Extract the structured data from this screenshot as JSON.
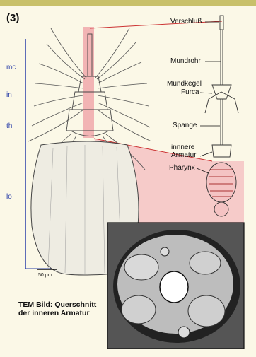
{
  "panel_number": "(3)",
  "zones": {
    "mc": "mc",
    "in": "in",
    "th": "th",
    "lo": "lo"
  },
  "scale_bar": "50 µm",
  "labels": {
    "verschluss": "Verschluß",
    "mundrohr": "Mundrohr",
    "mundkegel": "Mundkegel",
    "furca": "Furca",
    "spange": "Spange",
    "innere_armatur_1": "innnere",
    "innere_armatur_2": "Armatur",
    "pharynx": "Pharynx"
  },
  "caption": {
    "line1": "TEM Bild: Querschnitt",
    "line2": "der inneren Armatur"
  },
  "colors": {
    "highlight": "#f2b4b4",
    "zone_line": "#2a3fa8",
    "top_bar": "#c8c06a",
    "background": "#fbf8e7"
  }
}
